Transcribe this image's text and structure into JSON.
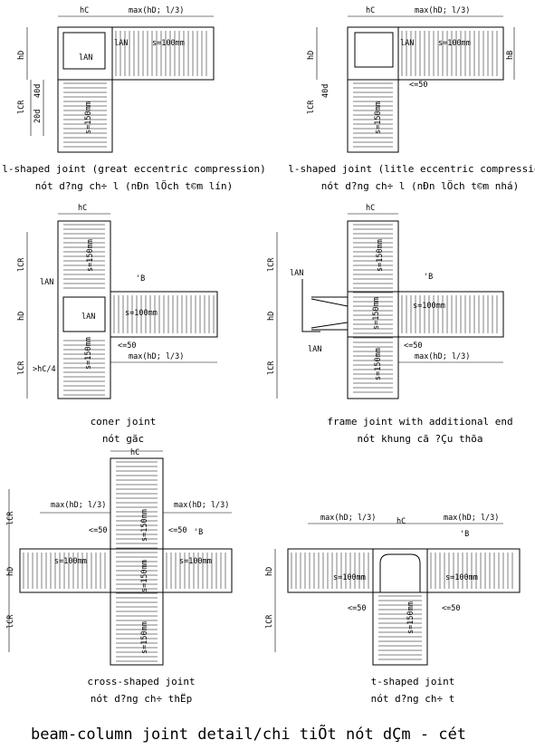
{
  "joints": {
    "j1": {
      "caption_en": "l-shaped joint (great eccentric compression)",
      "caption_vi": "nót d?ng ch÷ l (nÐn lÖch t©m lín)",
      "hc": "hC",
      "max": "max(hD; l/3)",
      "ian": "lAN",
      "s_beam": "s=100mm",
      "s_col": "s=150mm",
      "hd": "hD",
      "icr": "lCR",
      "d40": "40d",
      "d20": "20d"
    },
    "j2": {
      "caption_en": "l-shaped joint (litle eccentric compression)",
      "caption_vi": "nót d?ng ch÷ l (nÐn lÖch t©m nhá)",
      "hc": "hC",
      "max": "max(hD; l/3)",
      "ian": "lAN",
      "s_beam": "s=100mm",
      "s_col": "s=150mm",
      "hd": "hD",
      "hb": "hB",
      "icr": "lCR",
      "d40": "40d",
      "le50": "<=50"
    },
    "j3": {
      "caption_en": "coner joint",
      "caption_vi": "nót gãc",
      "hc": "hC",
      "ian": "lAN",
      "ian2": "lAN",
      "s_beam": "s=100mm",
      "s_col1": "s=150mm",
      "s_col2": "s=150mm",
      "hd": "hD",
      "icr1": "lCR",
      "icr2": "lCR",
      "hc4": ">hC/4",
      "le50": "<=50",
      "max": "max(hD; l/3)",
      "b": "'B"
    },
    "j4": {
      "caption_en": "frame joint with additional end",
      "caption_vi": "nót khung cã ?Çu thõa",
      "hc": "hC",
      "ian1": "lAN",
      "ian2": "lAN",
      "s_beam": "s=100mm",
      "s_col1": "s=150mm",
      "s_col2": "s=150mm",
      "s_col3": "s=150mm",
      "hd": "hD",
      "icr1": "lCR",
      "icr2": "lCR",
      "le50": "<=50",
      "max": "max(hD; l/3)",
      "b": "'B"
    },
    "j5": {
      "caption_en": "cross-shaped joint",
      "caption_vi": "nót d?ng ch÷ thËp",
      "hc": "hC",
      "max1": "max(hD; l/3)",
      "max2": "max(hD; l/3)",
      "le50a": "<=50",
      "le50b": "<=50",
      "s_beam1": "s=100mm",
      "s_beam2": "s=100mm",
      "s_col1": "s=150mm",
      "s_col2": "s=150mm",
      "s_col3": "s=150mm",
      "hd": "hD",
      "icr1": "lCR",
      "icr2": "lCR",
      "b": "'B"
    },
    "j6": {
      "caption_en": "t-shaped joint",
      "caption_vi": "nót d?ng ch÷ t",
      "hc": "hC",
      "max1": "max(hD; l/3)",
      "max2": "max(hD; l/3)",
      "s_beam1": "s=100mm",
      "s_beam2": "s=100mm",
      "s_col": "s=150mm",
      "hd": "hD",
      "icr": "lCR",
      "le50a": "<=50",
      "le50b": "<=50",
      "b": "'B"
    }
  },
  "page_title": "beam-column joint detail/chi tiÕt nót dÇm - cét"
}
